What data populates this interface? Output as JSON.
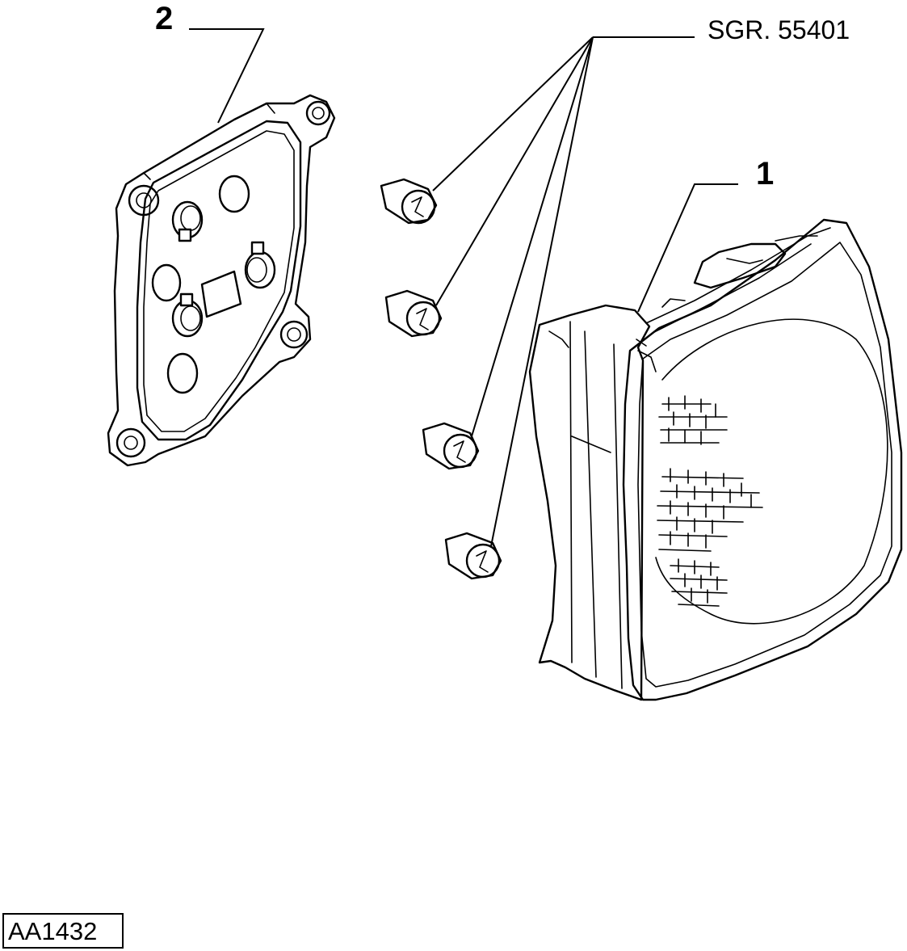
{
  "callouts": {
    "part_1": "1",
    "part_2": "2",
    "bulb_group_ref": "SGR. 55401"
  },
  "drawing_code": "AA1432",
  "colors": {
    "ink": "#000000",
    "paper": "#ffffff"
  }
}
